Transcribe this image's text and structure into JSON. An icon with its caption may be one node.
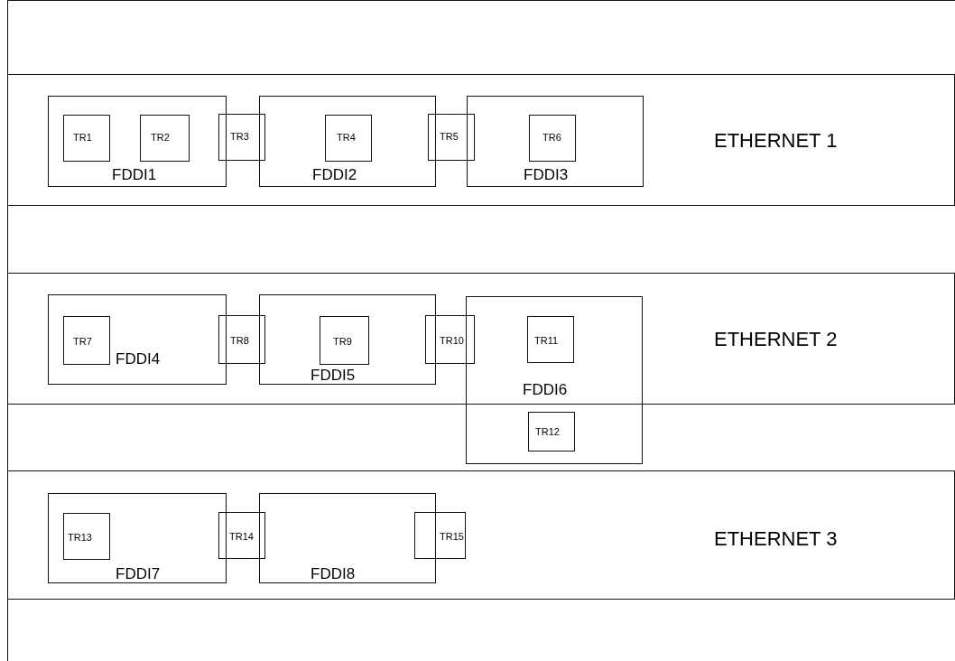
{
  "diagram": {
    "nodes": [
      {
        "text": [
          "ETHERNET 1"
        ]
      },
      {
        "text": [
          "FDDI1"
        ],
        "in": 0
      },
      {
        "text": [
          "TR1"
        ],
        "in": 1
      },
      {
        "text": [
          "TR2"
        ],
        "in": 1
      },
      {
        "text": [
          "TR3"
        ],
        "in": 0
      },
      {
        "text": [
          "FDDI2"
        ],
        "in": 0
      },
      {
        "text": [
          "TR4"
        ],
        "in": 5
      },
      {
        "text": [
          "TR5"
        ],
        "in": 0
      },
      {
        "text": [
          "FDDI3"
        ],
        "in": 0
      },
      {
        "text": [
          "TR6"
        ],
        "in": 8
      },
      {
        "text": [
          "ETHERNET 2"
        ]
      },
      {
        "text": [
          "FDDI4"
        ],
        "in": 10
      },
      {
        "text": [
          "TR7"
        ],
        "in": 11
      },
      {
        "text": [
          "TR8"
        ],
        "in": 10
      },
      {
        "text": [
          "FDDI5"
        ],
        "in": 10
      },
      {
        "text": [
          "TR9"
        ],
        "in": 14
      },
      {
        "text": [
          "TR10"
        ],
        "in": 10
      },
      {
        "text": [
          "FDDI6"
        ]
      },
      {
        "text": [
          "TR11"
        ]
      },
      {
        "text": [
          "TR12"
        ],
        "in": 17
      },
      {
        "text": [
          "ETHERNET 3"
        ]
      },
      {
        "text": [
          "FDDI7"
        ],
        "in": 20
      },
      {
        "text": [
          "TR13"
        ],
        "in": 21
      },
      {
        "text": [
          "TR14"
        ],
        "in": 20
      },
      {
        "text": [
          "FDDI8"
        ],
        "in": 20
      },
      {
        "text": [
          "TR15"
        ],
        "in": 20
      }
    ]
  }
}
